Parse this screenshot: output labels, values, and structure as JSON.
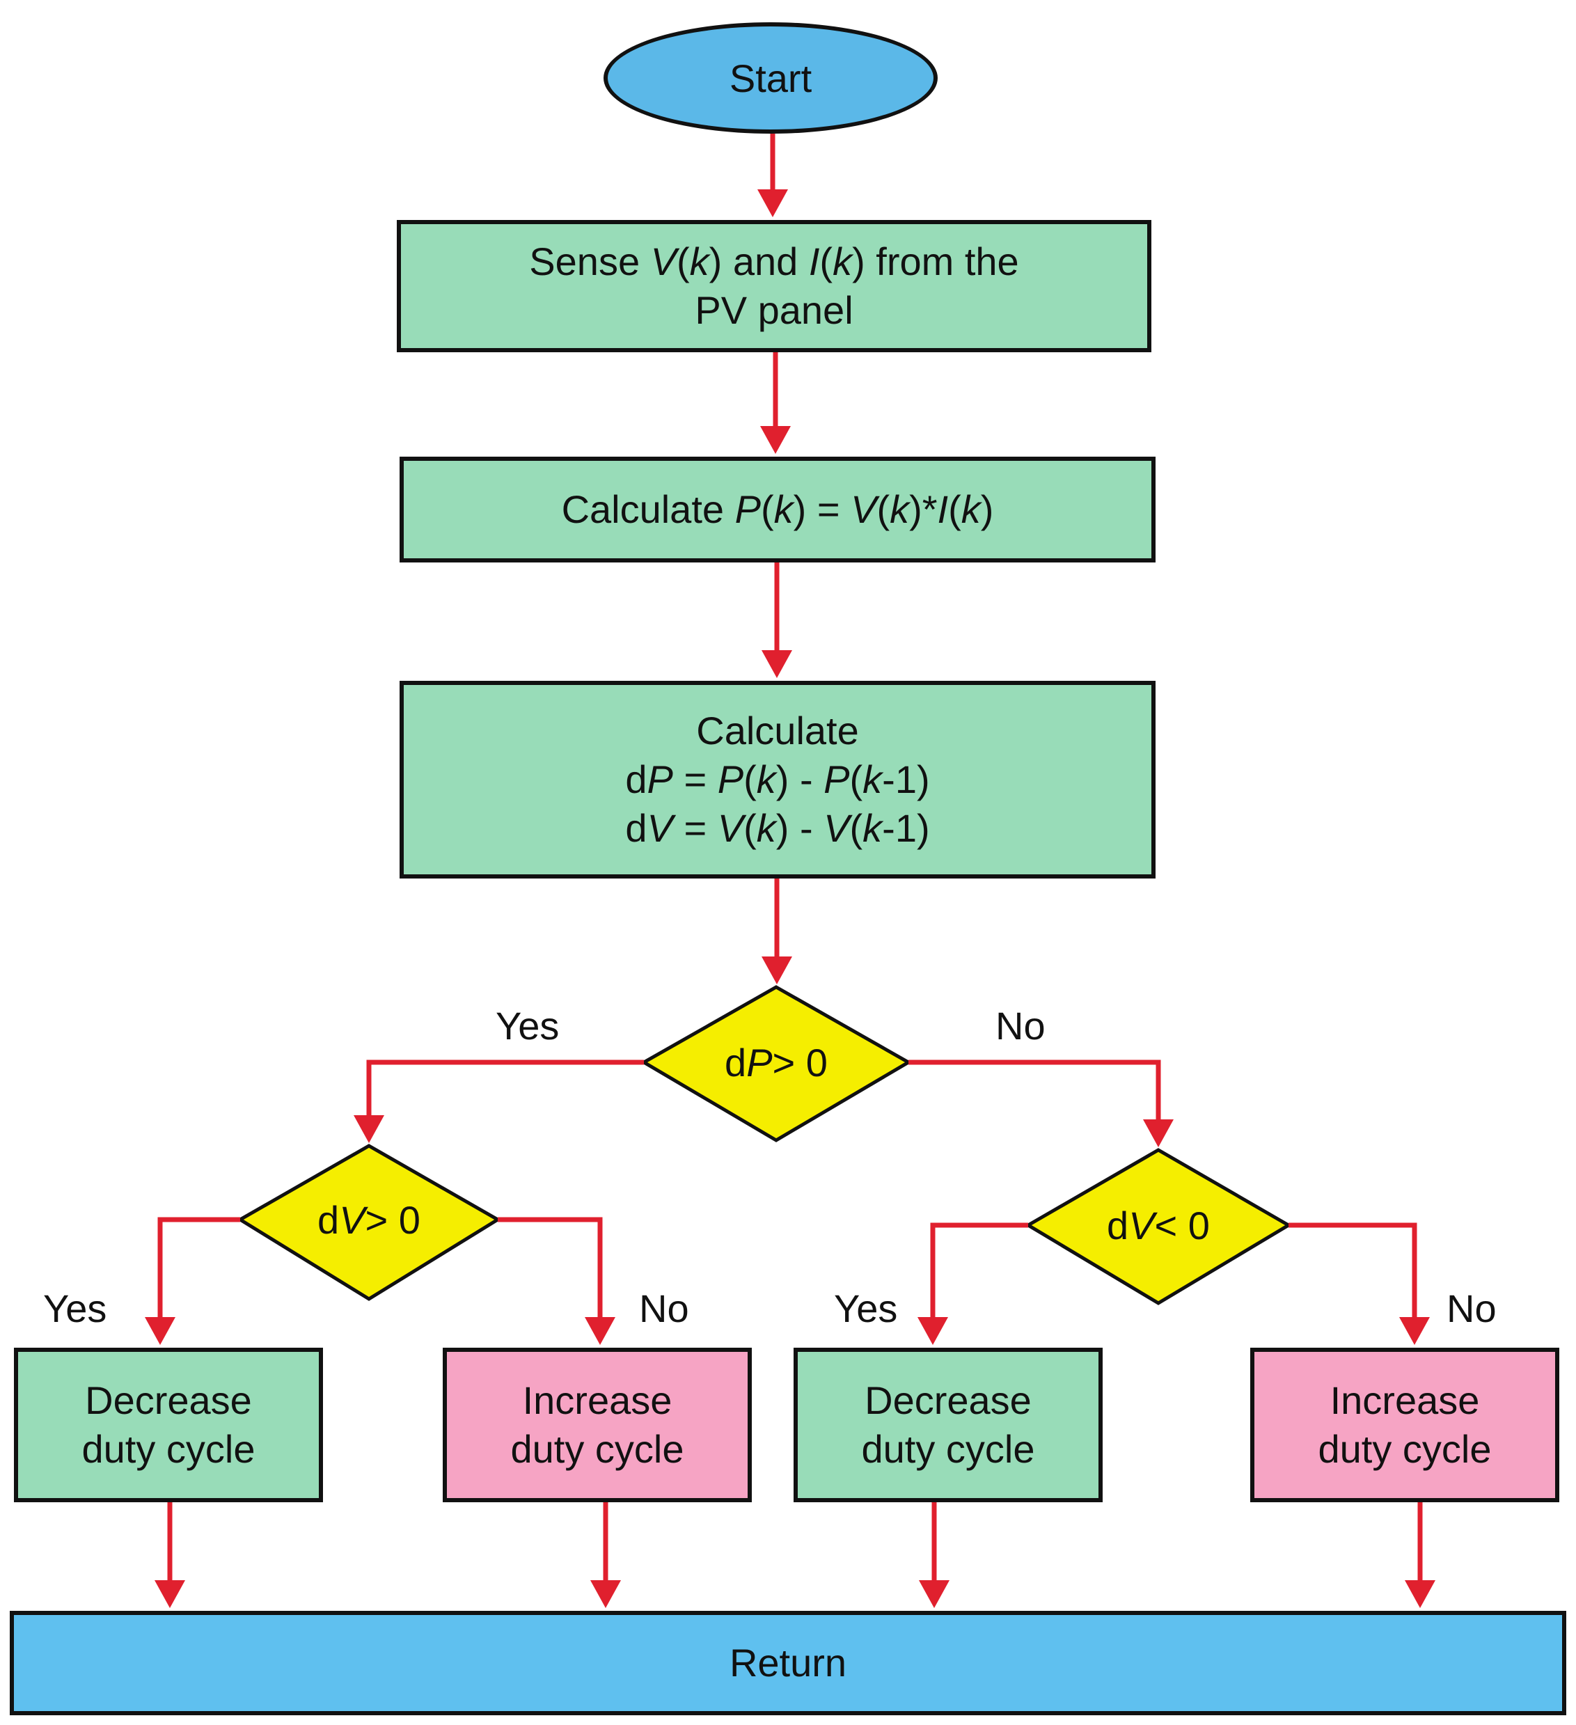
{
  "colors": {
    "arrow": "#e0202e",
    "process": "#98dcb8",
    "increase": "#f6a4c4",
    "terminal": "#5bb8e8",
    "return_bar": "#5fc0ef",
    "decision": "#f5ee00"
  },
  "nodes": {
    "start": "Start",
    "sense": {
      "line1_pre": "Sense ",
      "line1_v": "V",
      "line1_k1": "k",
      "line1_mid": ") and ",
      "line1_i": "I",
      "line1_k2": "k",
      "line1_post": ") from the",
      "line2": "PV panel"
    },
    "calc_power": {
      "text_pre": "Calculate ",
      "p": "P",
      "k1": "k",
      "eq": ") = ",
      "v": "V",
      "k2": "k",
      "mul": ")*",
      "i": "I",
      "k3": "k",
      "close": ")"
    },
    "calc_diff": {
      "line1": "Calculate",
      "line2": {
        "d": "d",
        "p": "P",
        "eq": " = ",
        "p2": "P",
        "k1": "k",
        "minus": ") - ",
        "p3": "P",
        "k2": "k",
        "end": "-1)"
      },
      "line3": {
        "d": "d",
        "v": "V",
        "eq": " = ",
        "v2": "V",
        "k1": "k",
        "minus": ") - ",
        "v3": "V",
        "k2": "k",
        "end": "-1)"
      }
    },
    "decision_dp": {
      "d": "d",
      "var": "P",
      "cond": " > 0"
    },
    "decision_dv_pos": {
      "d": "d",
      "var": "V",
      "cond": " > 0"
    },
    "decision_dv_neg": {
      "d": "d",
      "var": "V",
      "cond": " < 0"
    },
    "decrease_1": {
      "line1": "Decrease",
      "line2": "duty cycle"
    },
    "increase_1": {
      "line1": "Increase",
      "line2": "duty cycle"
    },
    "decrease_2": {
      "line1": "Decrease",
      "line2": "duty cycle"
    },
    "increase_2": {
      "line1": "Increase",
      "line2": "duty cycle"
    },
    "return": "Return"
  },
  "edge_labels": {
    "dp_yes": "Yes",
    "dp_no": "No",
    "dv_pos_yes": "Yes",
    "dv_pos_no": "No",
    "dv_neg_yes": "Yes",
    "dv_neg_no": "No"
  }
}
